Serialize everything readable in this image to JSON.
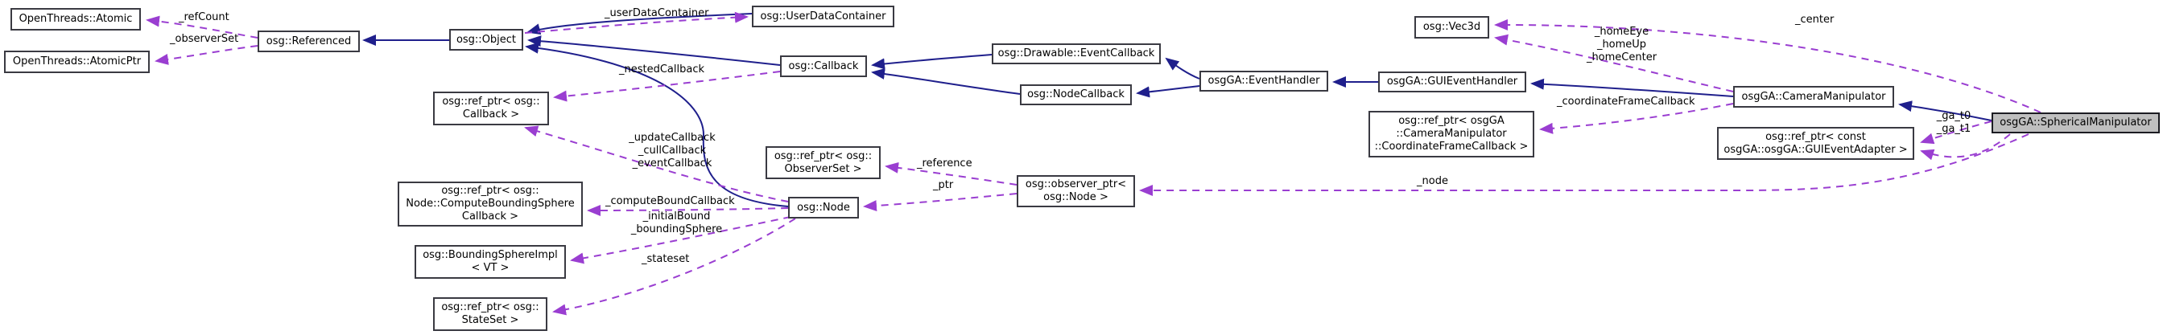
{
  "diagram": {
    "kind": "doxygen-collaboration-graph",
    "highlighted_node": "osgGA::SphericalManipulator",
    "colors": {
      "inheritance_edge": "#1f1f8c",
      "usage_edge": "#9a3ed1",
      "node_fill": "#ffffff",
      "node_border": "#3a3a42",
      "highlight_fill": "#bfbfbf",
      "text": "#000000"
    }
  },
  "nodes": {
    "openthreads_atomic": "OpenThreads::Atomic",
    "openthreads_atomicptr": "OpenThreads::AtomicPtr",
    "osg_referenced": "osg::Referenced",
    "osg_object": "osg::Object",
    "osg_userdatacontainer": "osg::UserDataContainer",
    "osg_callback": "osg::Callback",
    "osg_drawable_eventcallback": "osg::Drawable::EventCallback",
    "osg_nodecallback": "osg::NodeCallback",
    "osgga_eventhandler": "osgGA::EventHandler",
    "osgga_guieventhandler": "osgGA::GUIEventHandler",
    "osg_vec3d": "osg::Vec3d",
    "osgga_cameramanipulator": "osgGA::CameraManipulator",
    "osgga_sphericalmanipulator": "osgGA::SphericalManipulator",
    "ref_ptr_callback": "osg::ref_ptr< osg::\nCallback >",
    "ref_ptr_observerset": "osg::ref_ptr< osg::\nObserverSet >",
    "observer_ptr_node": "osg::observer_ptr<\nosg::Node >",
    "osg_node": "osg::Node",
    "ref_ptr_computeboundingspherecallback": "osg::ref_ptr< osg::\nNode::ComputeBoundingSphere\nCallback >",
    "osg_boundingsphereimpl": "osg::BoundingSphereImpl\n< VT >",
    "ref_ptr_stateset": "osg::ref_ptr< osg::\nStateSet >",
    "ref_ptr_coordinateframecallback": "osg::ref_ptr< osgGA\n::CameraManipulator\n::CoordinateFrameCallback >",
    "ref_ptr_const_guieventadapter": "osg::ref_ptr< const\nosgGA::osgGA::GUIEventAdapter >"
  },
  "edge_labels": {
    "ref_count": "_refCount",
    "observer_set": "_observerSet",
    "user_data_container": "_userDataContainer",
    "nested_callback": "_nestedCallback",
    "update_callbacks": "_updateCallback\n_cullCallback\n_eventCallback",
    "reference": "_reference",
    "ptr": "_ptr",
    "node": "_node",
    "compute_bound_callback": "_computeBoundCallback",
    "bounds": "_initialBound\n_boundingSphere",
    "stateset": "_stateset",
    "home": "_homeEye\n_homeUp\n_homeCenter",
    "center": "_center",
    "coordinate_frame_callback": "_coordinateFrameCallback",
    "ga": "_ga_t0\n_ga_t1"
  },
  "edges": [
    {
      "from": "osg::Object",
      "to": "osg::Referenced",
      "type": "inheritance"
    },
    {
      "from": "osg::UserDataContainer",
      "to": "osg::Object",
      "type": "inheritance"
    },
    {
      "from": "osg::Callback",
      "to": "osg::Object",
      "type": "inheritance"
    },
    {
      "from": "osg::Node",
      "to": "osg::Object",
      "type": "inheritance"
    },
    {
      "from": "osg::Drawable::EventCallback",
      "to": "osg::Callback",
      "type": "inheritance"
    },
    {
      "from": "osg::NodeCallback",
      "to": "osg::Callback",
      "type": "inheritance"
    },
    {
      "from": "osgGA::EventHandler",
      "to": "osg::Drawable::EventCallback",
      "type": "inheritance"
    },
    {
      "from": "osgGA::EventHandler",
      "to": "osg::NodeCallback",
      "type": "inheritance"
    },
    {
      "from": "osgGA::GUIEventHandler",
      "to": "osgGA::EventHandler",
      "type": "inheritance"
    },
    {
      "from": "osgGA::CameraManipulator",
      "to": "osgGA::GUIEventHandler",
      "type": "inheritance"
    },
    {
      "from": "osgGA::SphericalManipulator",
      "to": "osgGA::CameraManipulator",
      "type": "inheritance"
    },
    {
      "from": "osg::Referenced",
      "to": "OpenThreads::Atomic",
      "type": "usage",
      "label": "_refCount"
    },
    {
      "from": "osg::Referenced",
      "to": "OpenThreads::AtomicPtr",
      "type": "usage",
      "label": "_observerSet"
    },
    {
      "from": "osg::Object",
      "to": "osg::UserDataContainer",
      "type": "usage",
      "label": "_userDataContainer"
    },
    {
      "from": "osg::Callback",
      "to": "osg::ref_ptr< osg::Callback >",
      "type": "usage",
      "label": "_nestedCallback"
    },
    {
      "from": "osg::Node",
      "to": "osg::ref_ptr< osg::Callback >",
      "type": "usage",
      "label": "_updateCallback _cullCallback _eventCallback"
    },
    {
      "from": "osg::observer_ptr< osg::Node >",
      "to": "osg::ref_ptr< osg::ObserverSet >",
      "type": "usage",
      "label": "_reference"
    },
    {
      "from": "osg::observer_ptr< osg::Node >",
      "to": "osg::Node",
      "type": "usage",
      "label": "_ptr"
    },
    {
      "from": "osgGA::SphericalManipulator",
      "to": "osg::observer_ptr< osg::Node >",
      "type": "usage",
      "label": "_node"
    },
    {
      "from": "osg::Node",
      "to": "osg::ref_ptr< osg::Node::ComputeBoundingSphereCallback >",
      "type": "usage",
      "label": "_computeBoundCallback"
    },
    {
      "from": "osg::Node",
      "to": "osg::BoundingSphereImpl< VT >",
      "type": "usage",
      "label": "_initialBound _boundingSphere"
    },
    {
      "from": "osg::Node",
      "to": "osg::ref_ptr< osg::StateSet >",
      "type": "usage",
      "label": "_stateset"
    },
    {
      "from": "osgGA::CameraManipulator",
      "to": "osg::Vec3d",
      "type": "usage",
      "label": "_homeEye _homeUp _homeCenter"
    },
    {
      "from": "osgGA::SphericalManipulator",
      "to": "osg::Vec3d",
      "type": "usage",
      "label": "_center"
    },
    {
      "from": "osgGA::CameraManipulator",
      "to": "osg::ref_ptr< osgGA::CameraManipulator::CoordinateFrameCallback >",
      "type": "usage",
      "label": "_coordinateFrameCallback"
    },
    {
      "from": "osgGA::SphericalManipulator",
      "to": "osg::ref_ptr< const osgGA::osgGA::GUIEventAdapter >",
      "type": "usage",
      "label": "_ga_t0 _ga_t1"
    }
  ]
}
